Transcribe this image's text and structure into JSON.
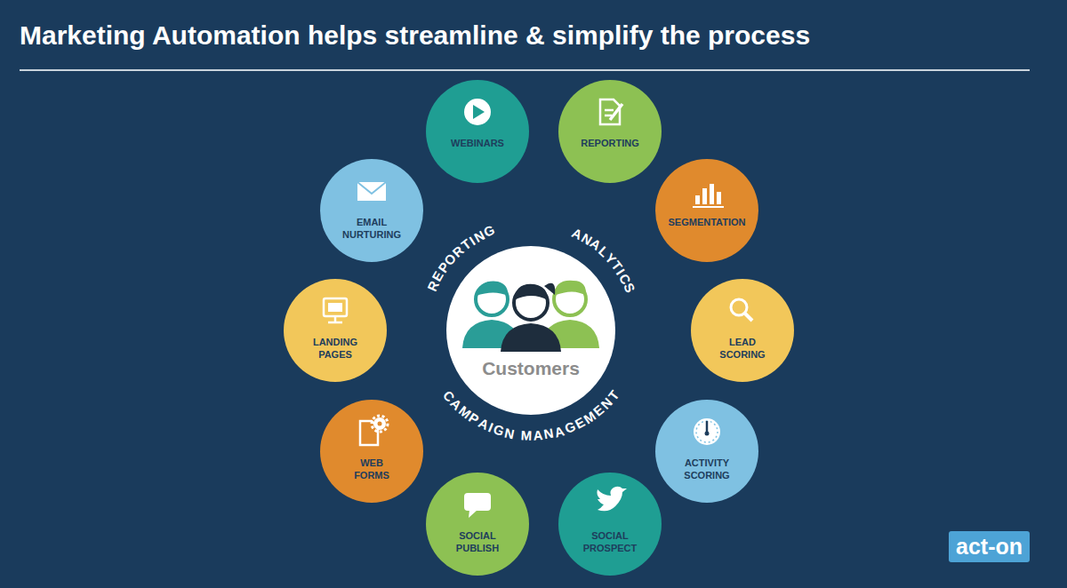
{
  "diagram": {
    "title": "Marketing Automation helps streamline & simplify the process",
    "nodes": [
      {
        "text": [
          "Customers"
        ]
      },
      {
        "text": [
          "WEBINARS"
        ]
      },
      {
        "text": [
          "REPORTING"
        ]
      },
      {
        "text": [
          "SEGMENTATION"
        ]
      },
      {
        "text": [
          "LEAD SCORING"
        ]
      },
      {
        "text": [
          "ACTIVITY SCORING"
        ]
      },
      {
        "text": [
          "SOCIAL PROSPECT"
        ]
      },
      {
        "text": [
          "SOCIAL PUBLISH"
        ]
      },
      {
        "text": [
          "WEB FORMS"
        ]
      },
      {
        "text": [
          "LANDING PAGES"
        ]
      },
      {
        "text": [
          "EMAIL NURTURING"
        ]
      }
    ],
    "labels": [
      "REPORTING",
      "ANALYTICS",
      "CAMPAIGN MANAGEMENT",
      "act-on"
    ]
  }
}
